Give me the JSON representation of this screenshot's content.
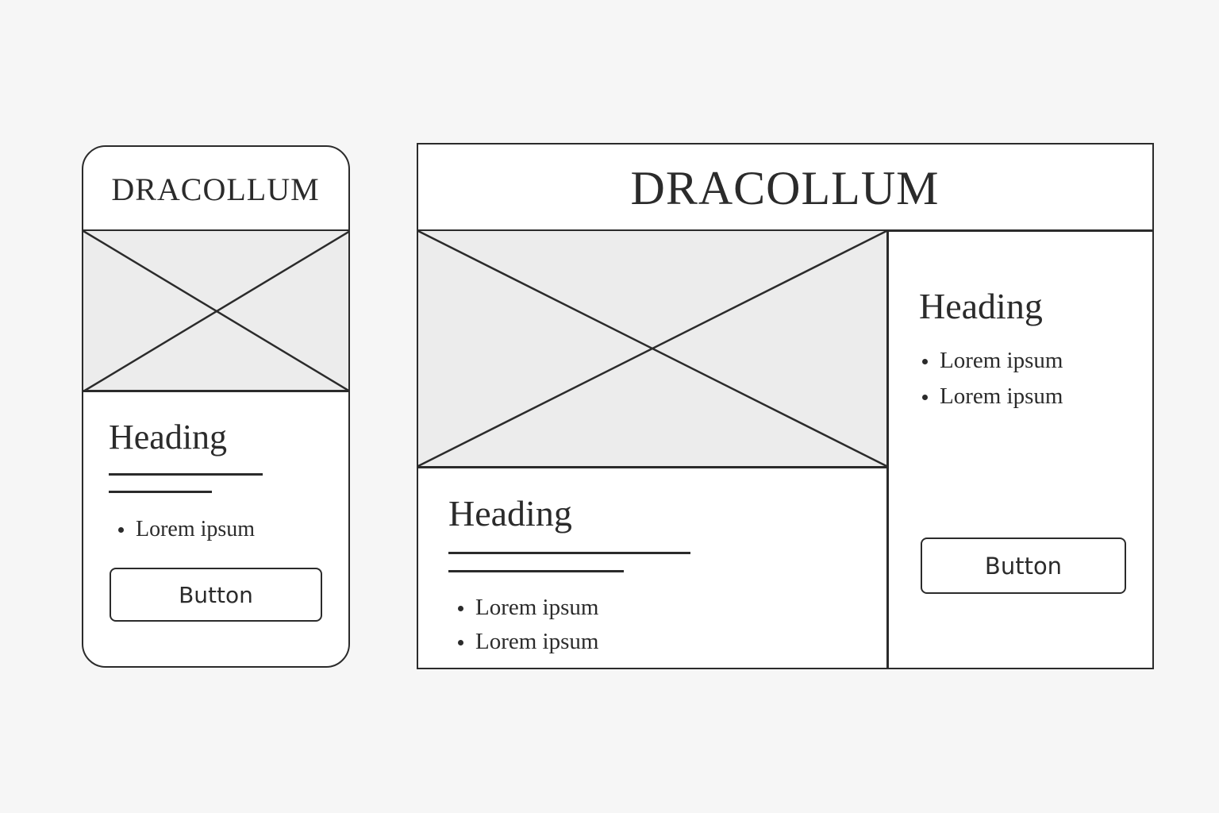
{
  "colors": {
    "background": "#f6f6f6",
    "ink": "#2b2b2b",
    "panel": "#ffffff",
    "placeholder_fill": "#ececec"
  },
  "mobile": {
    "brand": "DRACOLLUM",
    "image_icon": "image-placeholder-icon",
    "heading": "Heading",
    "bullets": [
      "Lorem ipsum"
    ],
    "button_label": "Button"
  },
  "desktop": {
    "brand": "DRACOLLUM",
    "image_icon": "image-placeholder-icon",
    "main_heading": "Heading",
    "main_bullets": [
      "Lorem ipsum",
      "Lorem ipsum"
    ],
    "side_heading": "Heading",
    "side_bullets": [
      "Lorem ipsum",
      "Lorem ipsum"
    ],
    "button_label": "Button"
  }
}
